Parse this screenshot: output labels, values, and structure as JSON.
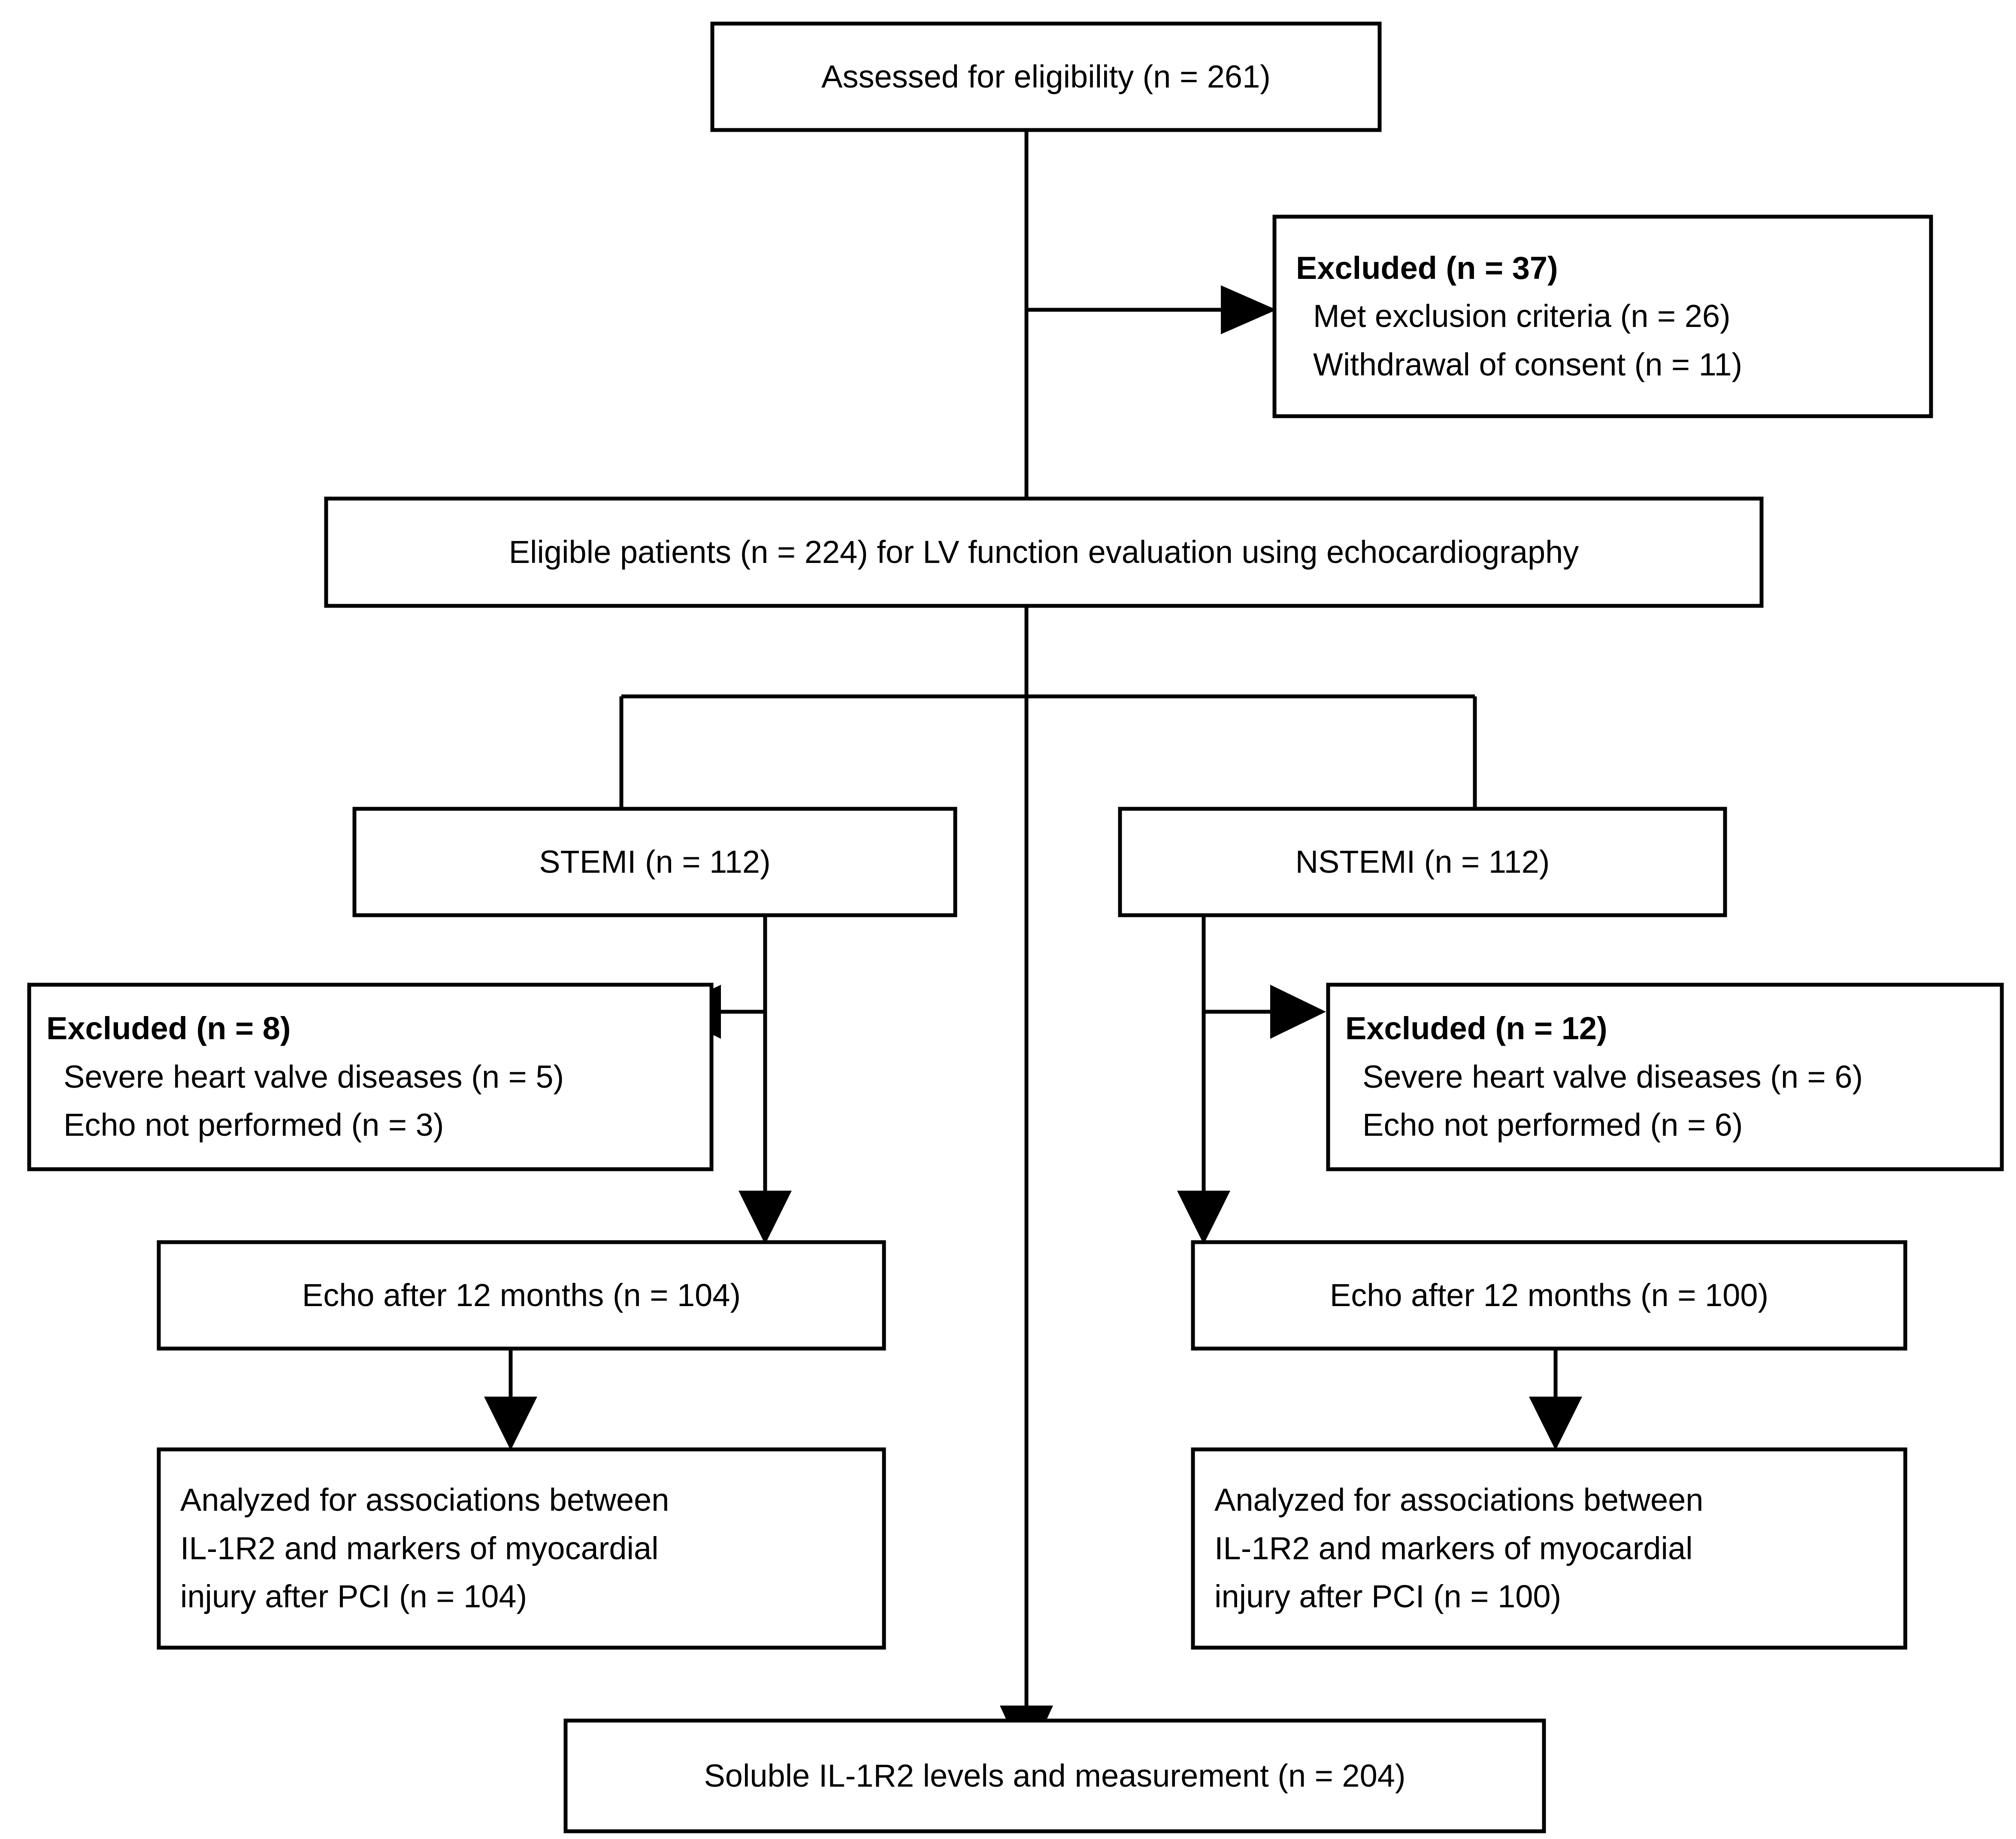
{
  "diagram": {
    "type": "prisma-flow-diagram",
    "title_visible": false,
    "accent_color": "#000000",
    "background_color": "#ffffff"
  },
  "nodes": {
    "assessed": {
      "label": "Assessed for eligibility (n = 261)",
      "n": 261
    },
    "excluded_top": {
      "heading": "Excluded (n = 37)",
      "n": 37,
      "reasons": [
        "Met exclusion criteria (n = 26)",
        "Withdrawal of consent (n = 11)"
      ]
    },
    "eligible": {
      "label": "Eligible patients (n = 224) for LV function evaluation using echocardiography",
      "n": 224
    },
    "stemi": {
      "label": "STEMI (n = 112)",
      "n": 112
    },
    "nstemi": {
      "label": "NSTEMI (n = 112)",
      "n": 112
    },
    "excluded_stemi": {
      "heading": "Excluded (n = 8)",
      "n": 8,
      "reasons": [
        "Severe heart valve diseases (n = 5)",
        "Echo not performed (n = 3)"
      ]
    },
    "excluded_nstemi": {
      "heading": "Excluded (n = 12)",
      "n": 12,
      "reasons": [
        "Severe heart valve diseases (n = 6)",
        "Echo not performed (n = 6)"
      ]
    },
    "echo_stemi": {
      "label": "Echo after 12 months (n = 104)",
      "n": 104
    },
    "echo_nstemi": {
      "label": "Echo after 12 months (n = 100)",
      "n": 100
    },
    "analyzed_stemi": {
      "line1": "Analyzed for associations between",
      "line2": "IL-1R2 and markers of myocardial",
      "line3": "injury after PCI (n = 104)",
      "n": 104
    },
    "analyzed_nstemi": {
      "line1": "Analyzed for associations between",
      "line2": "IL-1R2 and markers of myocardial",
      "line3": "injury after PCI (n = 100)",
      "n": 100
    },
    "soluble": {
      "label": "Soluble IL-1R2 levels and measurement (n = 204)",
      "n": 204
    }
  },
  "edges": [
    {
      "from": "assessed",
      "to": "excluded_top",
      "kind": "arrow-right"
    },
    {
      "from": "assessed",
      "to": "eligible",
      "kind": "line-down"
    },
    {
      "from": "eligible",
      "to": "stemi",
      "kind": "line-down-split-left"
    },
    {
      "from": "eligible",
      "to": "nstemi",
      "kind": "line-down-split-right"
    },
    {
      "from": "stemi",
      "to": "excluded_stemi",
      "kind": "arrow-left"
    },
    {
      "from": "stemi",
      "to": "echo_stemi",
      "kind": "arrow-down"
    },
    {
      "from": "nstemi",
      "to": "excluded_nstemi",
      "kind": "arrow-right"
    },
    {
      "from": "nstemi",
      "to": "echo_nstemi",
      "kind": "arrow-down"
    },
    {
      "from": "echo_stemi",
      "to": "analyzed_stemi",
      "kind": "arrow-down"
    },
    {
      "from": "echo_nstemi",
      "to": "analyzed_nstemi",
      "kind": "arrow-down"
    },
    {
      "from": "eligible",
      "to": "soluble",
      "kind": "arrow-down-trunk"
    }
  ]
}
